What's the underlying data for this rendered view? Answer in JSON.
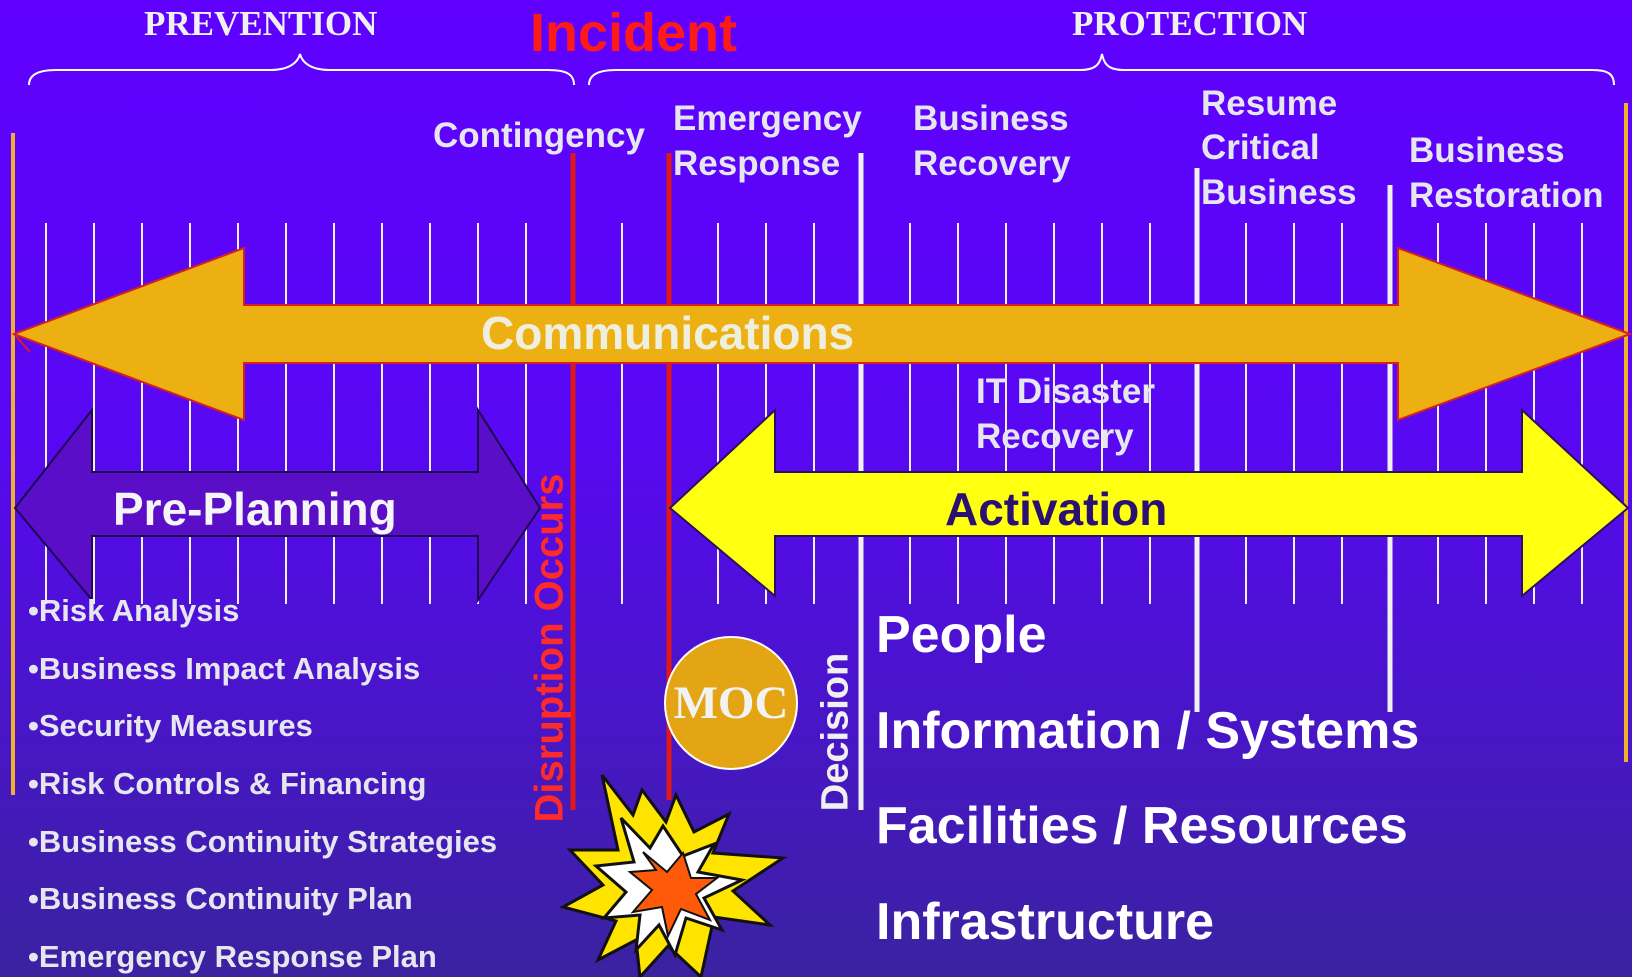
{
  "header": {
    "prevention": "PREVENTION",
    "incident": "Incident",
    "protection": "PROTECTION"
  },
  "phases": {
    "contingency": "Contingency",
    "emergency_response_1": "Emergency",
    "emergency_response_2": "Response",
    "business_recovery_1": "Business",
    "business_recovery_2": "Recovery",
    "resume_1": "Resume",
    "resume_2": "Critical",
    "resume_3": "Business",
    "restoration_1": "Business",
    "restoration_2": "Restoration",
    "it_dr_1": "IT Disaster",
    "it_dr_2": "Recovery"
  },
  "arrows": {
    "communications": "Communications",
    "pre_planning": "Pre-Planning",
    "activation": "Activation"
  },
  "markers": {
    "disruption": "Disruption Occurs",
    "decision": "Decision",
    "moc": "MOC"
  },
  "pre_planning_items": [
    "•Risk Analysis",
    "•Business Impact Analysis",
    "•Security Measures",
    "•Risk Controls & Financing",
    "•Business Continuity Strategies",
    "•Business Continuity Plan",
    "•Emergency Response Plan"
  ],
  "activation_items": [
    "People",
    "Information / Systems",
    "Facilities / Resources",
    "Infrastructure"
  ],
  "colors": {
    "background_top": "#5f00ff",
    "background_bottom": "#3a22a0",
    "communications_arrow": "#edb012",
    "pre_planning_arrow": "#5a0ec8",
    "activation_arrow": "#ffff10",
    "incident_text": "#ff1a1a",
    "moc_circle": "#e4a514"
  }
}
